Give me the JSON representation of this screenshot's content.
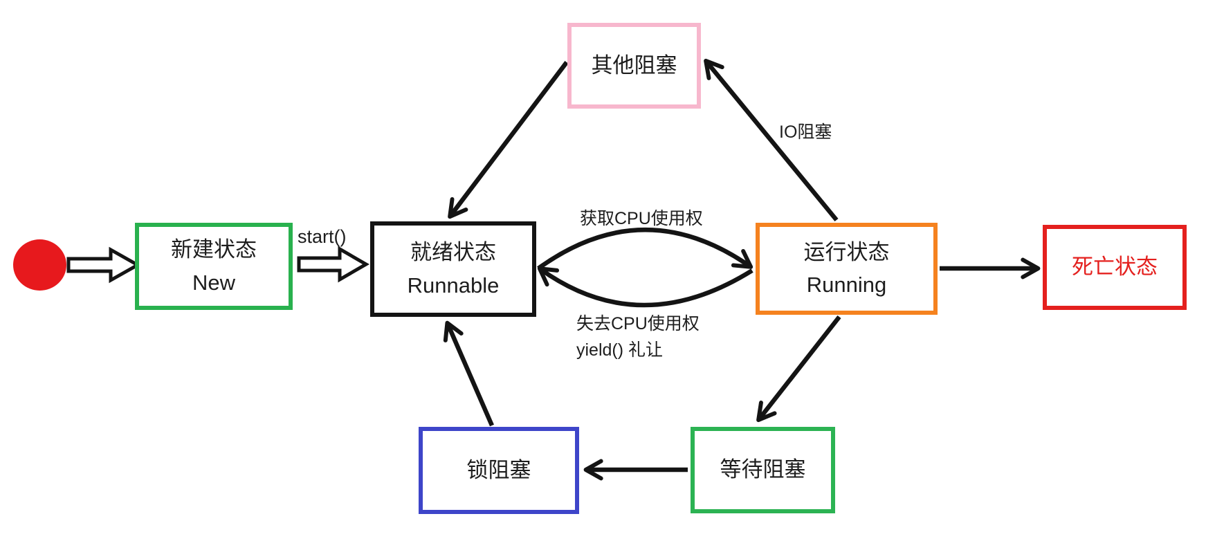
{
  "title": "Java thread state transition diagram",
  "nodes": {
    "start_dot": {
      "shape": "filled-circle",
      "color": "#e7191d"
    },
    "new": {
      "line1": "新建状态",
      "line2": "New",
      "border_color": "#29b14e"
    },
    "runnable": {
      "line1": "就绪状态",
      "line2": "Runnable",
      "border_color": "#141414"
    },
    "running": {
      "line1": "运行状态",
      "line2": "Running",
      "border_color": "#f5821f"
    },
    "dead": {
      "label": "死亡状态",
      "border_color": "#e4201e",
      "text_color": "#e4201e"
    },
    "other_block": {
      "label": "其他阻塞",
      "border_color": "#f7b7cd"
    },
    "lock_block": {
      "label": "锁阻塞",
      "border_color": "#3e45c9"
    },
    "wait_block": {
      "label": "等待阻塞",
      "border_color": "#2cb353"
    }
  },
  "edge_labels": {
    "start": "start()",
    "acquire_cpu": "获取CPU使用权",
    "lose_cpu": "失去CPU使用权",
    "yield": "yield() 礼让",
    "io_block": "IO阻塞"
  },
  "edges": [
    {
      "from": "start_dot",
      "to": "new",
      "style": "hollow-block-arrow"
    },
    {
      "from": "new",
      "to": "runnable",
      "style": "hollow-block-arrow",
      "label": "start()"
    },
    {
      "from": "runnable",
      "to": "running",
      "style": "curved",
      "label": "获取CPU使用权"
    },
    {
      "from": "running",
      "to": "runnable",
      "style": "curved",
      "label": "失去CPU使用权 yield() 礼让"
    },
    {
      "from": "running",
      "to": "other_block",
      "style": "straight",
      "label": "IO阻塞"
    },
    {
      "from": "other_block",
      "to": "runnable",
      "style": "straight"
    },
    {
      "from": "running",
      "to": "dead",
      "style": "straight"
    },
    {
      "from": "running",
      "to": "wait_block",
      "style": "straight"
    },
    {
      "from": "wait_block",
      "to": "lock_block",
      "style": "straight"
    },
    {
      "from": "lock_block",
      "to": "runnable",
      "style": "straight"
    }
  ],
  "colors": {
    "line": "#141414",
    "green": "#29b14e",
    "orange": "#f5821f",
    "red": "#e4201e",
    "blue": "#3e45c9",
    "pink": "#f7b7cd",
    "background": "#ffffff"
  }
}
